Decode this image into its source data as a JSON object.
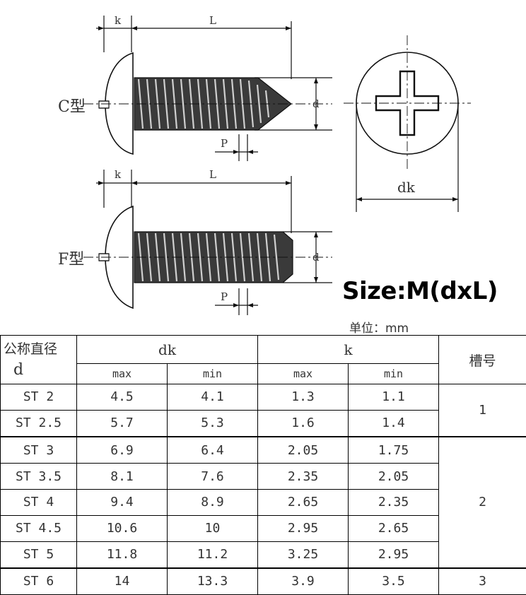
{
  "drawing": {
    "labels": {
      "k": "k",
      "L": "L",
      "d": "d",
      "P": "P",
      "dk": "dk",
      "type_c": "C型",
      "type_f": "F型"
    }
  },
  "title": "Size:M(dxL)",
  "unit_note": "单位：mm",
  "table": {
    "corner_top": "公称直径",
    "corner_bottom": "d",
    "col_dk": "dk",
    "col_k": "k",
    "col_slot": "槽号",
    "sub_max": "max",
    "sub_min": "min",
    "rows": [
      {
        "d": "ST 2",
        "dk_max": "4.5",
        "dk_min": "4.1",
        "k_max": "1.3",
        "k_min": "1.1"
      },
      {
        "d": "ST 2.5",
        "dk_max": "5.7",
        "dk_min": "5.3",
        "k_max": "1.6",
        "k_min": "1.4"
      },
      {
        "d": "ST 3",
        "dk_max": "6.9",
        "dk_min": "6.4",
        "k_max": "2.05",
        "k_min": "1.75"
      },
      {
        "d": "ST 3.5",
        "dk_max": "8.1",
        "dk_min": "7.6",
        "k_max": "2.35",
        "k_min": "2.05"
      },
      {
        "d": "ST 4",
        "dk_max": "9.4",
        "dk_min": "8.9",
        "k_max": "2.65",
        "k_min": "2.35"
      },
      {
        "d": "ST 4.5",
        "dk_max": "10.6",
        "dk_min": "10",
        "k_max": "2.95",
        "k_min": "2.65"
      },
      {
        "d": "ST 5",
        "dk_max": "11.8",
        "dk_min": "11.2",
        "k_max": "3.25",
        "k_min": "2.95"
      },
      {
        "d": "ST 6",
        "dk_max": "14",
        "dk_min": "13.3",
        "k_max": "3.9",
        "k_min": "3.5"
      }
    ],
    "slots": [
      "1",
      "2",
      "3"
    ]
  }
}
